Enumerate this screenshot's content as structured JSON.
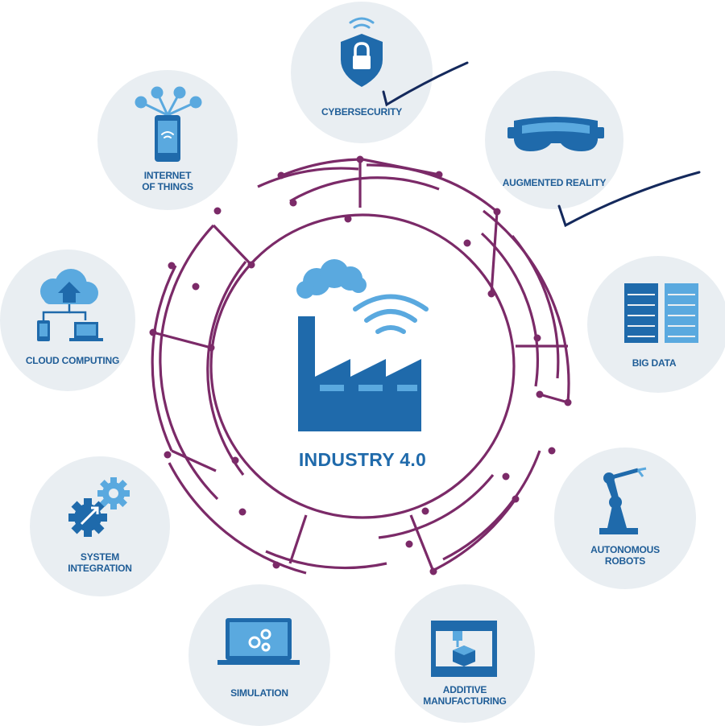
{
  "center": {
    "title": "INDUSTRY 4.0"
  },
  "nodes": {
    "cybersecurity": "CYBERSECURITY",
    "iot": "INTERNET\nOF THINGS",
    "ar": "AUGMENTED REALITY",
    "cloud": "CLOUD COMPUTING",
    "bigdata": "BIG DATA",
    "integration": "SYSTEM\nINTEGRATION",
    "robots": "AUTONOMOUS\nROBOTS",
    "simulation": "SIMULATION",
    "additive": "ADDITIVE\nMANUFACTURING"
  },
  "colors": {
    "circuit": "#7b2a68",
    "icon_dark": "#1f6aab",
    "icon_light": "#5aa9df",
    "node_bg": "#e9eef2",
    "label": "#1f5d97",
    "checkmark": "#14295c"
  }
}
